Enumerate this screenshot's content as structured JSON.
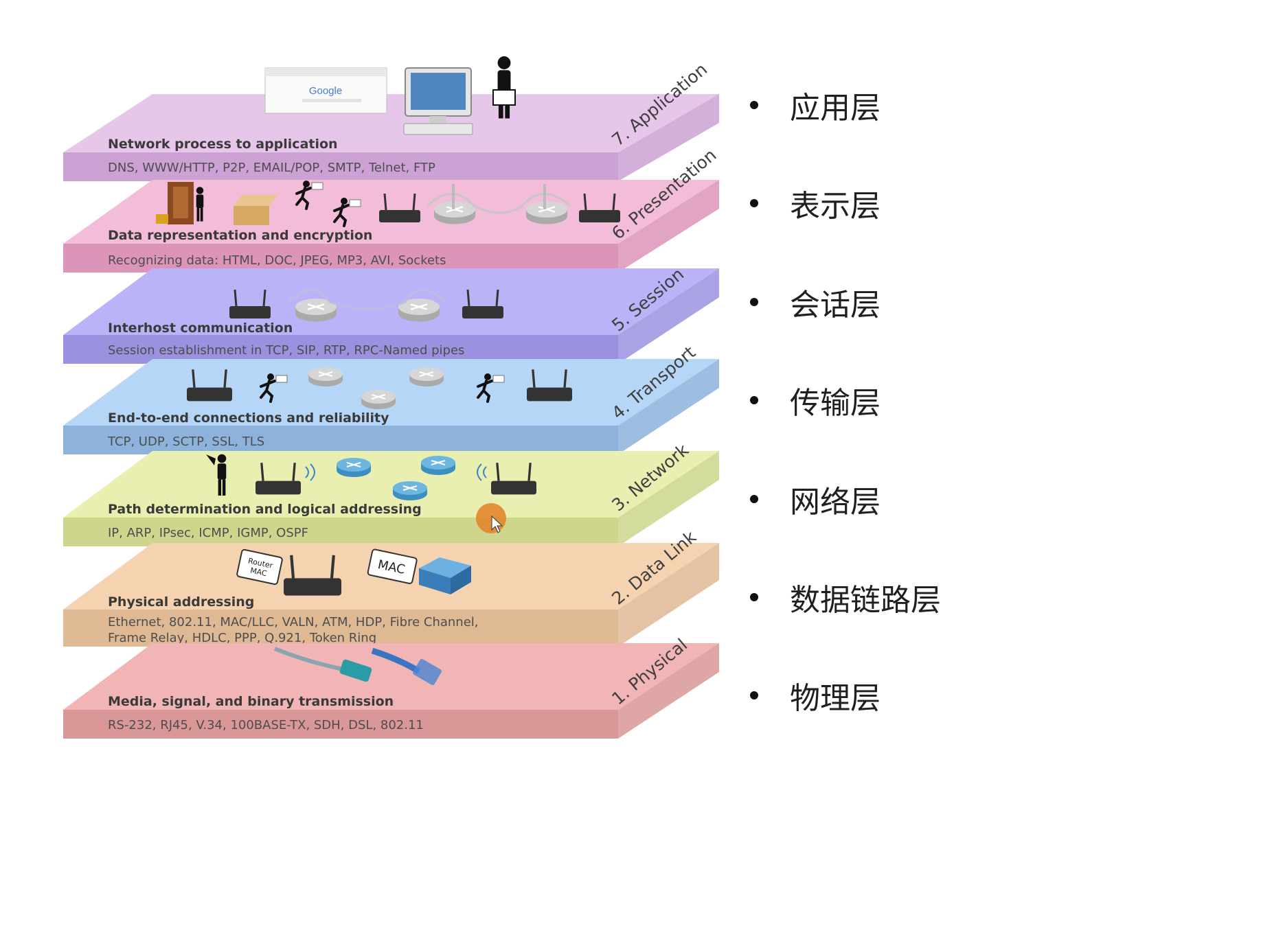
{
  "layers": [
    {
      "number_label": "7. Application",
      "title": "Network process to application",
      "protocols": [
        "DNS, WWW/HTTP, P2P, EMAIL/POP, SMTP, Telnet, FTP"
      ],
      "color_top": "#e6c7ea",
      "color_front": "#cba2d3"
    },
    {
      "number_label": "6. Presentation",
      "title": "Data representation and encryption",
      "protocols": [
        "Recognizing data: HTML, DOC, JPEG, MP3, AVI, Sockets"
      ],
      "color_top": "#f3bcd8",
      "color_front": "#dc95b8"
    },
    {
      "number_label": "5. Session",
      "title": "Interhost communication",
      "protocols": [
        "Session establishment in TCP, SIP, RTP, RPC-Named pipes"
      ],
      "color_top": "#bbb3f7",
      "color_front": "#9a92df"
    },
    {
      "number_label": "4. Transport",
      "title": "End-to-end connections and reliability",
      "protocols": [
        "TCP, UDP, SCTP, SSL, TLS"
      ],
      "color_top": "#b5d6f6",
      "color_front": "#8db3dc"
    },
    {
      "number_label": "3. Network",
      "title": "Path determination and logical addressing",
      "protocols": [
        "IP, ARP, IPsec, ICMP, IGMP, OSPF"
      ],
      "color_top": "#e9efb0",
      "color_front": "#cdd68c"
    },
    {
      "number_label": "2. Data Link",
      "title": "Physical addressing",
      "protocols": [
        "Ethernet, 802.11, MAC/LLC, VALN, ATM, HDP, Fibre Channel,",
        "Frame Relay, HDLC,  PPP, Q.921, Token Ring"
      ],
      "color_top": "#f6d3b0",
      "color_front": "#dfb994"
    },
    {
      "number_label": "1. Physical",
      "title": "Media, signal, and binary transmission",
      "protocols": [
        "RS-232, RJ45, V.34, 100BASE-TX, SDH, DSL, 802.11"
      ],
      "color_top": "#f2b5b5",
      "color_front": "#d99797"
    }
  ],
  "illustrations": {
    "browser_logo": "Google",
    "router_tag": [
      "Router",
      "MAC"
    ],
    "mac_tag": "MAC"
  },
  "chinese_labels": [
    "应用层",
    "表示层",
    "会话层",
    "传输层",
    "网络层",
    "数据链路层",
    "物理层"
  ],
  "icons": [
    "browser-window",
    "desktop-computer",
    "person-with-mail",
    "door-person",
    "open-box",
    "running-person-with-mail",
    "router",
    "bridge",
    "wireless-router",
    "flag-person",
    "network-switch",
    "fiber-cable",
    "ethernet-cable",
    "mouse-cursor"
  ]
}
